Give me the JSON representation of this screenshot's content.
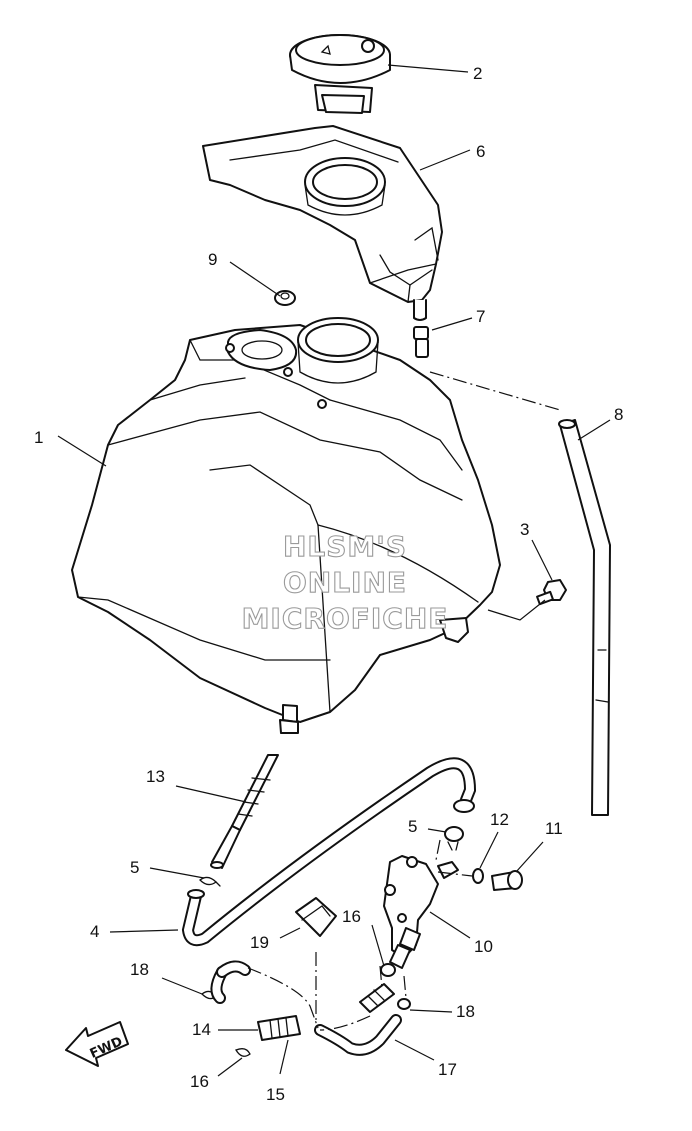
{
  "watermark": {
    "line1": "HLSM'S",
    "line2": "ONLINE",
    "line3": "MICROFICHE"
  },
  "direction_label": "FWD",
  "callouts": {
    "c1": "1",
    "c2": "2",
    "c3": "3",
    "c4": "4",
    "c5a": "5",
    "c5b": "5",
    "c6": "6",
    "c7": "7",
    "c8": "8",
    "c9": "9",
    "c10": "10",
    "c11": "11",
    "c12": "12",
    "c13": "13",
    "c14": "14",
    "c15": "15",
    "c16a": "16",
    "c16b": "16",
    "c17": "17",
    "c18a": "18",
    "c18b": "18",
    "c19": "19"
  }
}
